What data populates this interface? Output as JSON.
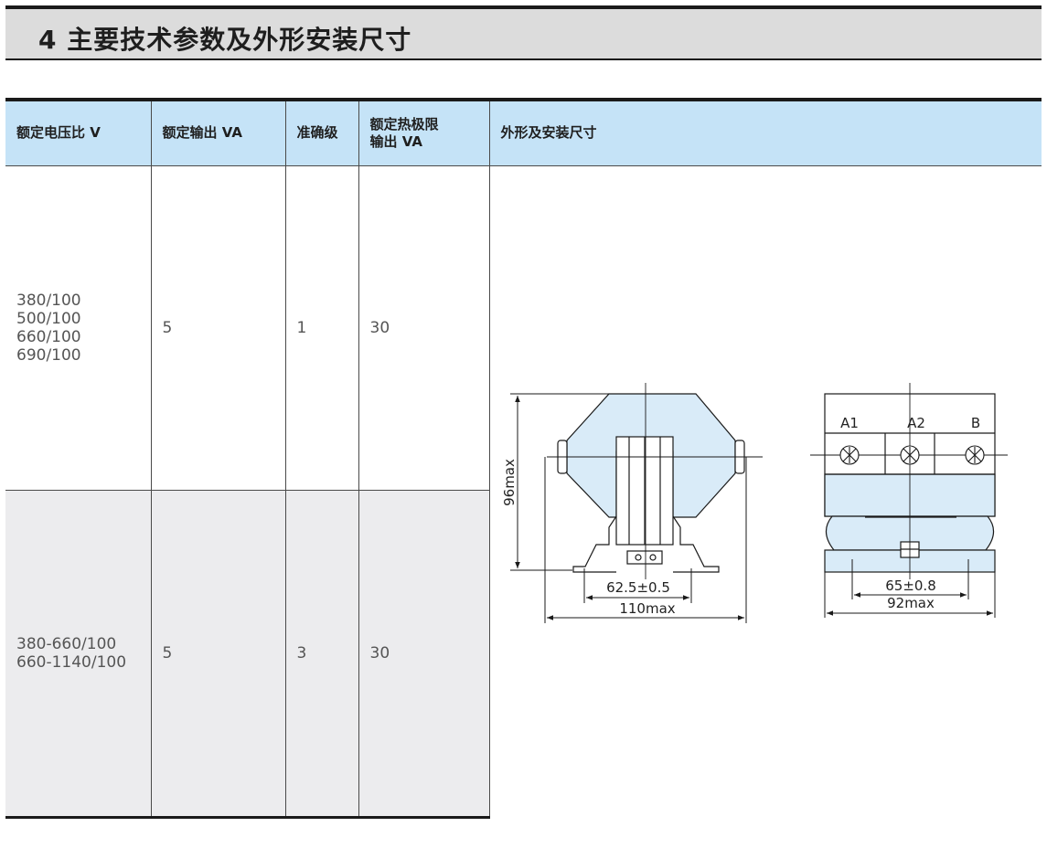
{
  "section": {
    "title": "4 主要技术参数及外形安装尺寸"
  },
  "table": {
    "headers": [
      "额定电压比 V",
      "额定输出 VA",
      "准确级",
      [
        "额定热极限",
        "输出 VA"
      ],
      "外形及安装尺寸"
    ],
    "rows": [
      {
        "ratios": [
          "380/100",
          "500/100",
          "660/100",
          "690/100"
        ],
        "output": "5",
        "accuracy": "1",
        "thermal": "30"
      },
      {
        "ratios": [
          "380-660/100",
          "660-1140/100"
        ],
        "output": "5",
        "accuracy": "3",
        "thermal": "30"
      }
    ]
  },
  "drawing": {
    "colors": {
      "fill": "#d9ebf8",
      "line": "#1a1a1a"
    },
    "front_view": {
      "height_label": "96max",
      "hole_spacing_label": "62.5±0.5",
      "width_label": "110max"
    },
    "side_view": {
      "terminals": [
        "A1",
        "A2",
        "B"
      ],
      "hole_spacing_label": "65±0.8",
      "width_label": "92max"
    }
  }
}
